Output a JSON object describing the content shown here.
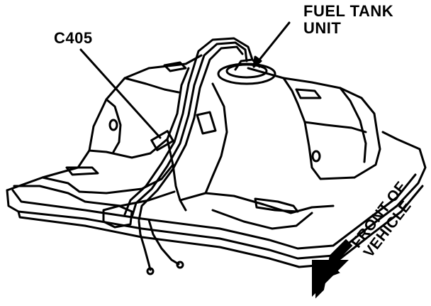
{
  "labels": {
    "fuel_tank_unit_line1": "FUEL TANK",
    "fuel_tank_unit_line2": "UNIT",
    "connector": "C405",
    "front_of_vehicle_line1": "FRONT OF",
    "front_of_vehicle_line2": "VEHICLE"
  },
  "colors": {
    "ink": "#000000",
    "background": "#ffffff"
  }
}
